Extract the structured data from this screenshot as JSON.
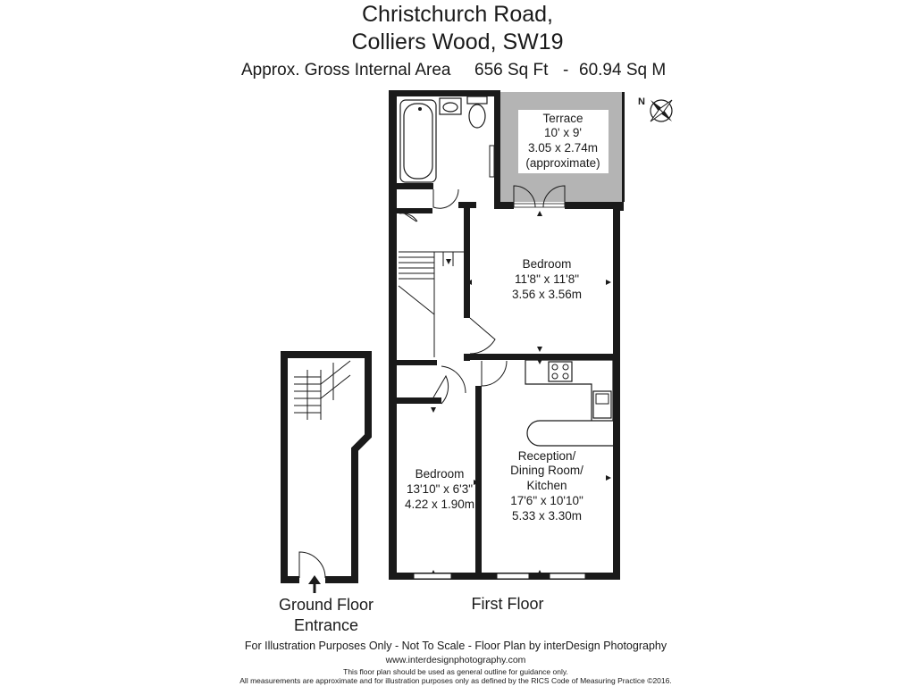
{
  "header": {
    "line1": "Christchurch Road,",
    "line2": "Colliers Wood, SW19",
    "area_label": "Approx. Gross Internal Area",
    "area_sqft": "656 Sq Ft",
    "area_sep": "-",
    "area_sqm": "60.94 Sq M"
  },
  "compass": {
    "label": "N"
  },
  "rooms": {
    "terrace": {
      "name": "Terrace",
      "imperial": "10' x 9'",
      "metric": "3.05 x 2.74m",
      "note": "(approximate)"
    },
    "bedroom1": {
      "name": "Bedroom",
      "imperial": "11'8\" x 11'8\"",
      "metric": "3.56 x 3.56m"
    },
    "bedroom2": {
      "name": "Bedroom",
      "imperial": "13'10\" x 6'3\"",
      "metric": "4.22 x 1.90m"
    },
    "reception": {
      "line1": "Reception/",
      "line2": "Dining Room/",
      "line3": "Kitchen",
      "imperial": "17'6\" x 10'10\"",
      "metric": "5.33 x 3.30m"
    }
  },
  "floors": {
    "ground_line1": "Ground Floor",
    "ground_line2": "Entrance",
    "first": "First Floor"
  },
  "footer": {
    "line1": "For Illustration Purposes Only - Not To Scale - Floor Plan by interDesign Photography",
    "line2": "www.interdesignphotography.com",
    "line3": "This floor plan should be used as general outline for guidance only.",
    "line4": "All measurements are approximate and for illustration purposes only as defined by the RICS Code of Measuring Practice ©2016."
  },
  "colors": {
    "wall": "#1a1a1a",
    "terrace_fill": "#b4b4b4",
    "background": "#ffffff"
  }
}
